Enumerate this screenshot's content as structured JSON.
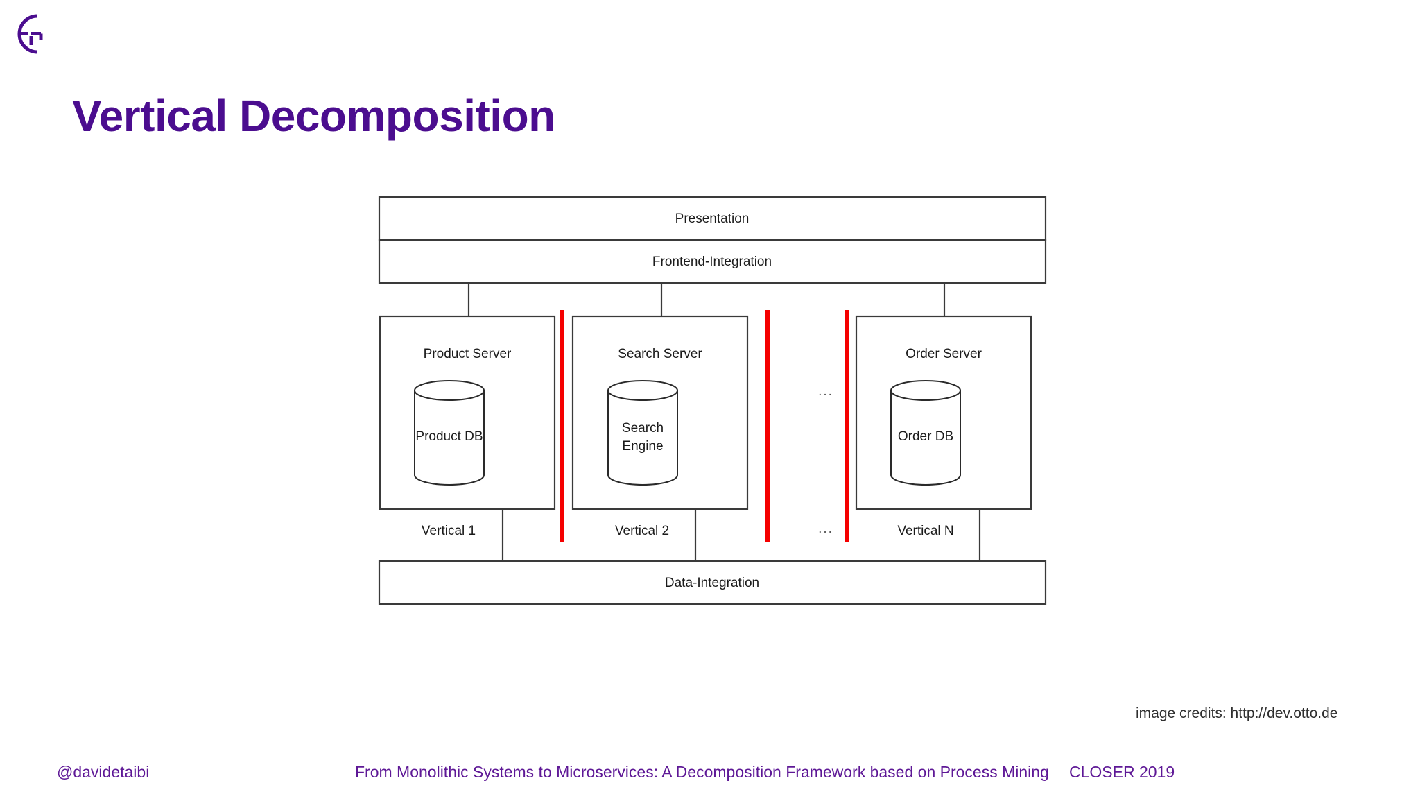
{
  "slide": {
    "title": "Vertical Decomposition",
    "title_color": "#4b0d8f",
    "background": "#ffffff"
  },
  "logo": {
    "name": "tampere-university-logo",
    "color": "#4b0d8f"
  },
  "diagram": {
    "type": "architecture-block-diagram",
    "accent_color": "#f50000",
    "stroke_color": "#3a3a3a",
    "layers": {
      "presentation": "Presentation",
      "frontend_integration": "Frontend-Integration",
      "data_integration": "Data-Integration"
    },
    "verticals": [
      {
        "server": "Product Server",
        "datastore": "Product DB",
        "caption": "Vertical 1"
      },
      {
        "server": "Search Server",
        "datastore": "Search\nEngine",
        "datastore_line1": "Search",
        "datastore_line2": "Engine",
        "caption": "Vertical 2"
      },
      {
        "server": "Order Server",
        "datastore": "Order DB",
        "caption": "Vertical N"
      }
    ],
    "ellipsis_middle": "...",
    "ellipsis_caption": "...",
    "separator_count": 3
  },
  "credits": {
    "text": "image credits: http://dev.otto.de"
  },
  "footer": {
    "handle": "@davidetaibi",
    "paper_title": "From Monolithic Systems to Microservices: A Decomposition Framework based on Process Mining",
    "venue": "CLOSER 2019",
    "color": "#5e1896"
  }
}
